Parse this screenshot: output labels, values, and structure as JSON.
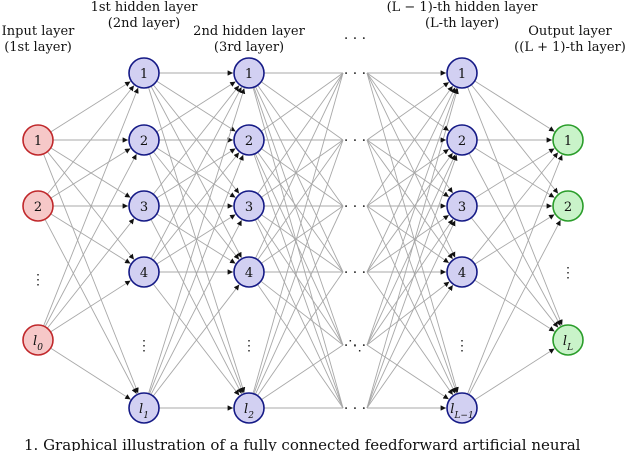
{
  "headers": {
    "input": [
      "Input layer",
      "(1st layer)"
    ],
    "h1": [
      "1st hidden layer",
      "(2nd layer)"
    ],
    "h2": [
      "2nd hidden layer",
      "(3rd layer)"
    ],
    "hL": [
      "(L − 1)-th hidden layer",
      "(L-th layer)"
    ],
    "output": [
      "Output layer",
      "((L + 1)-th layer)"
    ]
  },
  "layers": {
    "input": {
      "labels": [
        "1",
        "2",
        "⋮",
        "l0"
      ],
      "colors": {
        "fill": "#f6c8c8",
        "stroke": "#c0282b"
      }
    },
    "h1": {
      "labels": [
        "1",
        "2",
        "3",
        "4",
        "⋮",
        "l1"
      ],
      "colors": {
        "fill": "#d2d0f2",
        "stroke": "#151a86"
      }
    },
    "h2": {
      "labels": [
        "1",
        "2",
        "3",
        "4",
        "⋮",
        "l2"
      ],
      "colors": {
        "fill": "#d2d0f2",
        "stroke": "#151a86"
      }
    },
    "hL": {
      "labels": [
        "1",
        "2",
        "3",
        "4",
        "⋮",
        "lL−1"
      ],
      "colors": {
        "fill": "#d2d0f2",
        "stroke": "#151a86"
      }
    },
    "output": {
      "labels": [
        "1",
        "2",
        "⋮",
        "lL"
      ],
      "colors": {
        "fill": "#c9f3c9",
        "stroke": "#2a9d2a"
      }
    }
  },
  "middle_dots": {
    "header": "· · ·",
    "rows": [
      "· · ·",
      "· · ·",
      "· · ·",
      "· · ·",
      "· · ·",
      "⋱",
      "· · ·"
    ]
  },
  "edge_color": "#a8a8a8",
  "caption": "1. Graphical illustration of a fully connected feedforward artificial neural"
}
